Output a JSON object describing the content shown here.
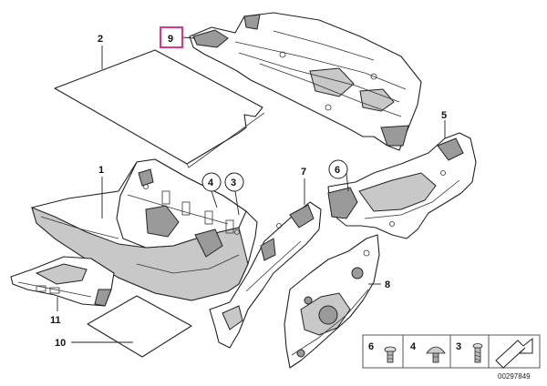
{
  "callouts": {
    "c1": "1",
    "c2": "2",
    "c3": "3",
    "c4": "4",
    "c5": "5",
    "c6": "6",
    "c7": "7",
    "c8": "8",
    "c9": "9",
    "c10": "10",
    "c11": "11"
  },
  "legend": {
    "items": [
      {
        "label": "6",
        "icon": "push-rivet-icon"
      },
      {
        "label": "4",
        "icon": "mushroom-clip-icon"
      },
      {
        "label": "3",
        "icon": "screw-clip-icon"
      }
    ],
    "arrow_icon": "arrow-icon"
  },
  "diagram_id": "00297849",
  "colors": {
    "highlight_box": "#e0338a",
    "line": "#222222",
    "shade": "#9a9a9a"
  }
}
